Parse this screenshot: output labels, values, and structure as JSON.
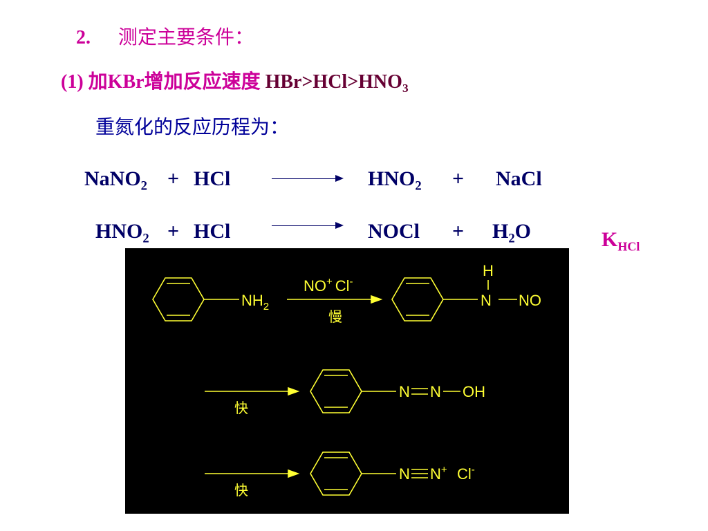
{
  "heading": {
    "number": "2.",
    "text": "测定主要条件："
  },
  "condition1": {
    "prefix": "(1)",
    "cn_a": "加",
    "kbr": "KBr",
    "cn_b": "增加反应速度",
    "order": "HBr>HCl>HNO",
    "order_sub": "3"
  },
  "process_label": "重氮化的反应历程为：",
  "equations": [
    {
      "lhs_a": "NaNO",
      "lhs_a_sub": "2",
      "plus1": "+",
      "lhs_b": "HCl",
      "rhs_a": "HNO",
      "rhs_a_sub": "2",
      "plus2": "+",
      "rhs_b": "NaCl"
    },
    {
      "lhs_a": "HNO",
      "lhs_a_sub": "2",
      "plus1": "+",
      "lhs_b": "HCl",
      "rhs_a": "NOCl",
      "plus2": "+",
      "rhs_b": "H",
      "rhs_b_sub": "2",
      "rhs_b_tail": "O"
    }
  ],
  "rate_constant": {
    "main": "K",
    "sub": "HCl"
  },
  "scheme": {
    "colors": {
      "background": "#000000",
      "foreground": "#ffff33"
    },
    "step1": {
      "reactant_group": "NH",
      "reactant_group_sub": "2",
      "reagent_a": "NO",
      "reagent_a_sup": "+",
      "reagent_b": "Cl",
      "reagent_b_sup": "-",
      "speed": "慢",
      "product_h": "H",
      "product_n": "N",
      "product_no": "NO"
    },
    "step2": {
      "speed": "快",
      "n1": "N",
      "n2": "N",
      "oh": "OH"
    },
    "step3": {
      "speed": "快",
      "n1": "N",
      "n2": "N",
      "n2_sup": "+",
      "cl": "Cl",
      "cl_sup": "-"
    }
  }
}
